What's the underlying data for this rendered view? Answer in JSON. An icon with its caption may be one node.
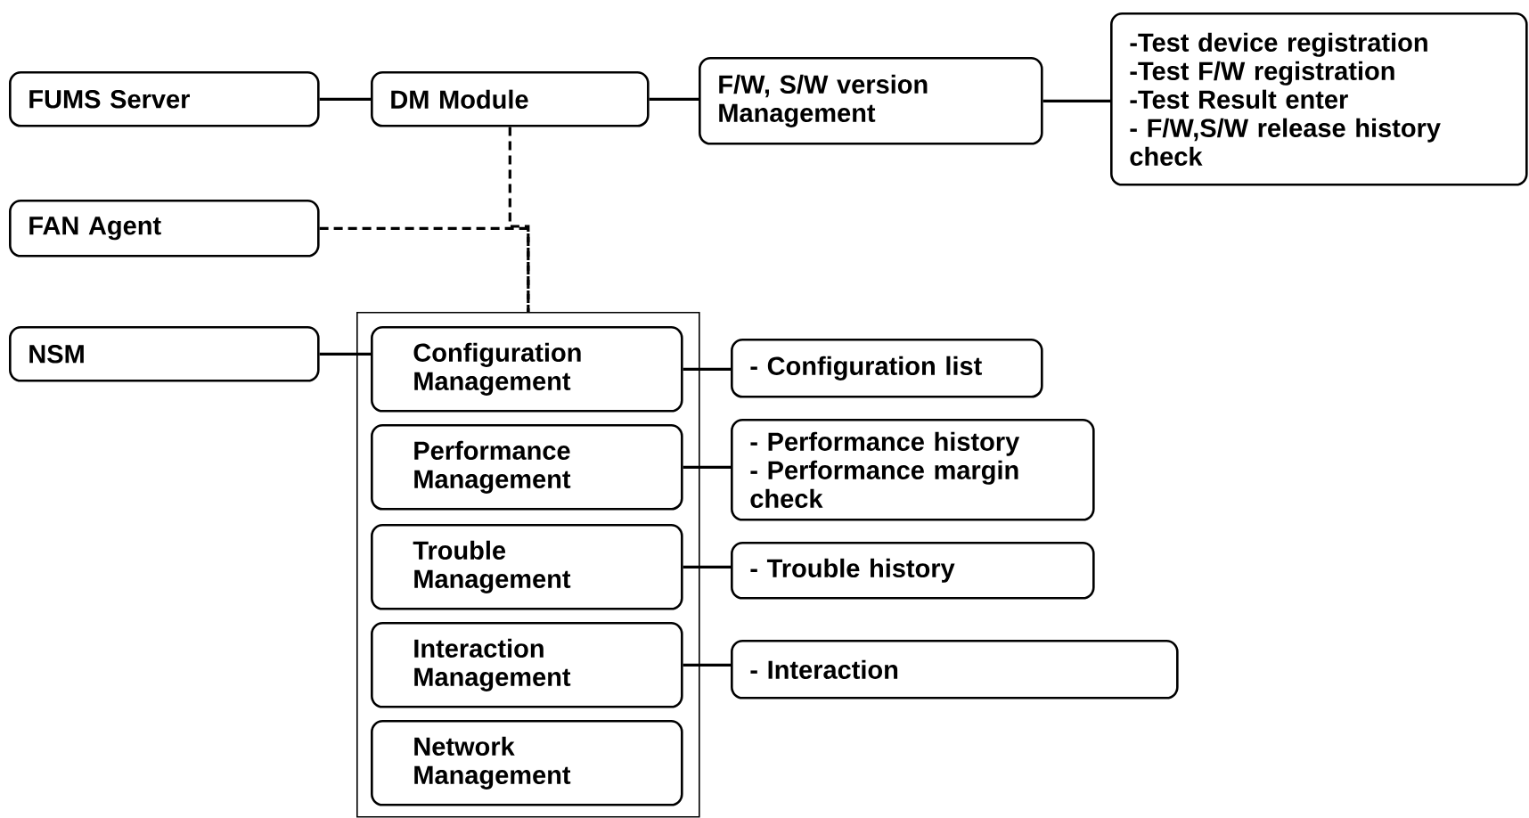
{
  "diagram": {
    "nodes": [
      {
        "text": [
          "FUMS Server"
        ]
      },
      {
        "text": [
          "DM Module"
        ]
      },
      {
        "text": [
          "F/W, S/W version Management"
        ]
      },
      {
        "text": [
          "-Test device registration",
          "-Test F/W registration",
          "-Test Result  enter",
          "- F/W,S/W release history check"
        ]
      },
      {
        "text": [
          "FAN Agent"
        ]
      },
      {
        "text": [
          "NSM"
        ]
      },
      {
        "text": [],
        "shape": "box"
      },
      {
        "text": [
          "Configuration Management"
        ],
        "in": 6
      },
      {
        "text": [
          "Performance Management"
        ],
        "in": 6
      },
      {
        "text": [
          "Trouble Management"
        ],
        "in": 6
      },
      {
        "text": [
          "Interaction Management"
        ],
        "in": 6
      },
      {
        "text": [
          "Network Management"
        ],
        "in": 6
      },
      {
        "text": [
          "- Configuration list"
        ]
      },
      {
        "text": [
          "- Performance history",
          "- Performance margin check"
        ]
      },
      {
        "text": [
          "- Trouble history"
        ]
      },
      {
        "text": [
          "- Interaction"
        ]
      }
    ],
    "edges": [
      {
        "from": 0,
        "to": 1,
        "arrow": "none"
      },
      {
        "from": 1,
        "to": 2,
        "arrow": "none"
      },
      {
        "from": 2,
        "to": 3,
        "arrow": "none"
      },
      {
        "from": 1,
        "to": 6,
        "arrow": "none",
        "style": "dashed"
      },
      {
        "from": 4,
        "to": 6,
        "arrow": "none",
        "style": "dashed"
      },
      {
        "from": 5,
        "to": 7,
        "arrow": "none"
      },
      {
        "from": 7,
        "to": 12,
        "arrow": "none"
      },
      {
        "from": 8,
        "to": 13,
        "arrow": "none"
      },
      {
        "from": 9,
        "to": 14,
        "arrow": "none"
      },
      {
        "from": 10,
        "to": 15,
        "arrow": "none"
      }
    ]
  }
}
